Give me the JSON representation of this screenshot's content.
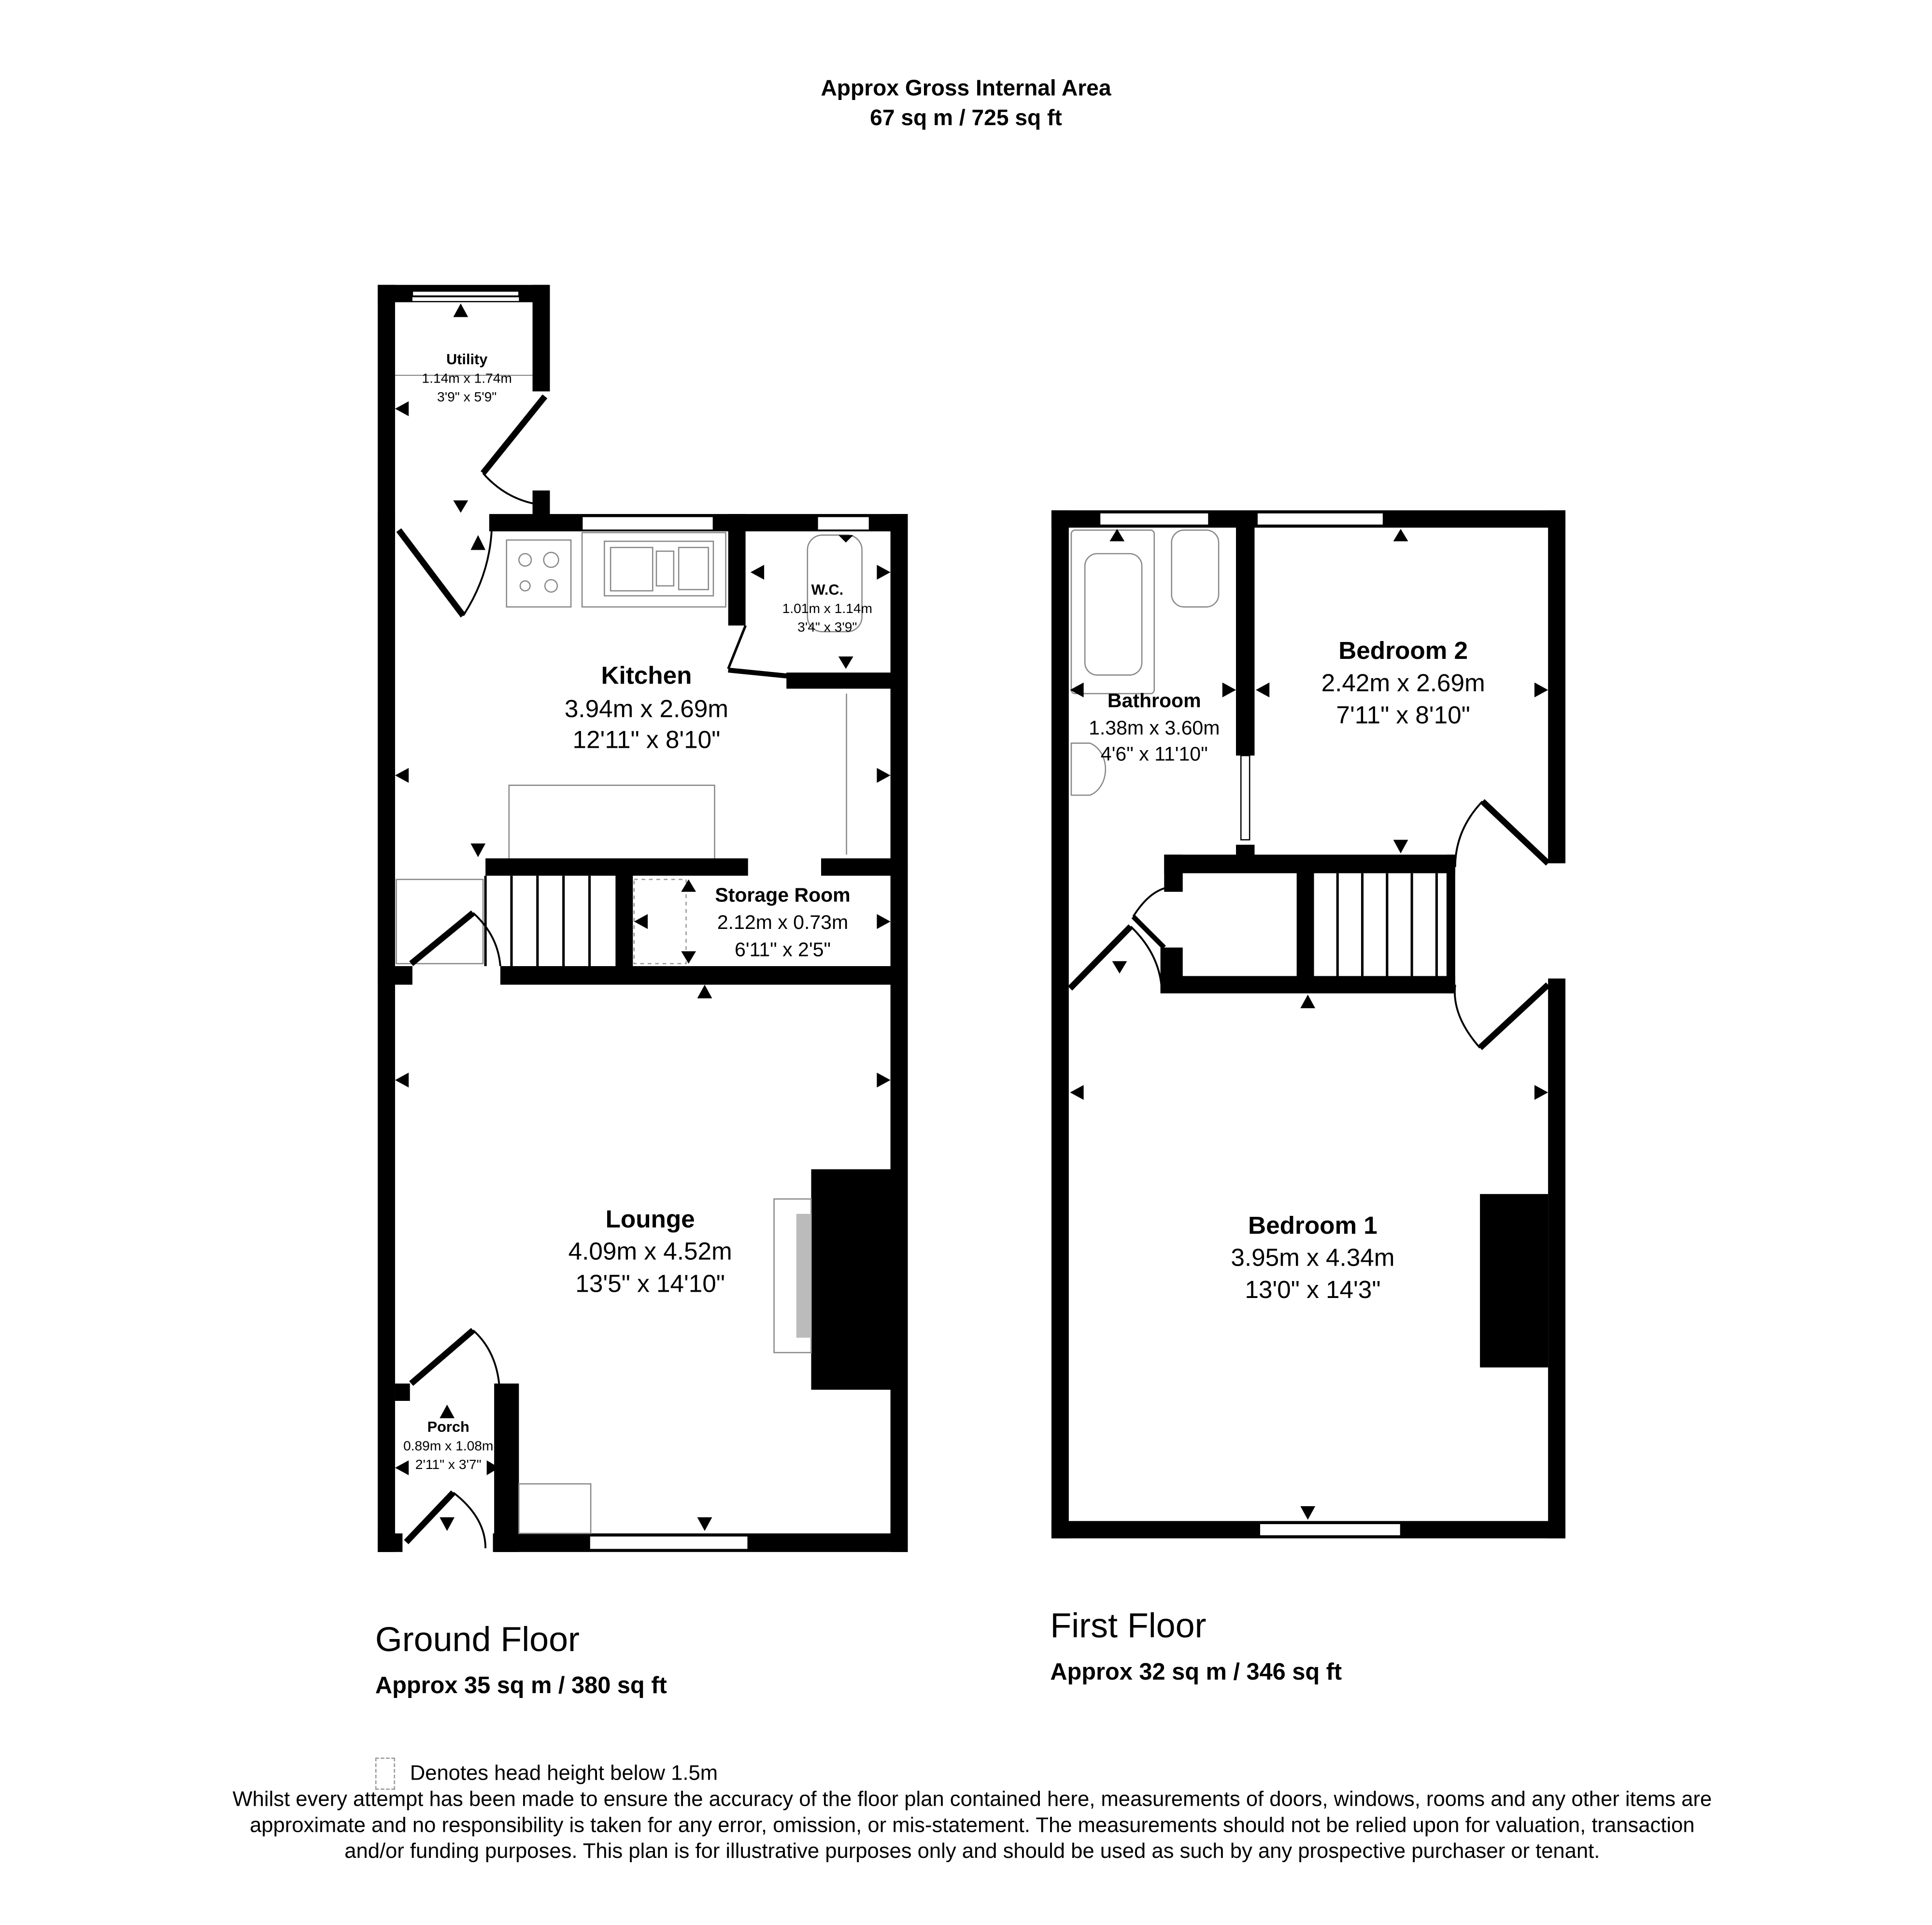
{
  "header": {
    "line1": "Approx Gross Internal Area",
    "line2": "67 sq m / 725 sq ft"
  },
  "ground_floor": {
    "title": "Ground Floor",
    "area": "Approx 35 sq m / 380 sq ft",
    "rooms": {
      "utility": {
        "name": "Utility",
        "metric": "1.14m x 1.74m",
        "imperial": "3'9\" x 5'9\""
      },
      "kitchen": {
        "name": "Kitchen",
        "metric": "3.94m x 2.69m",
        "imperial": "12'11\" x 8'10\""
      },
      "wc": {
        "name": "W.C.",
        "metric": "1.01m x 1.14m",
        "imperial": "3'4\" x 3'9\""
      },
      "storage": {
        "name": "Storage Room",
        "metric": "2.12m x 0.73m",
        "imperial": "6'11\" x 2'5\""
      },
      "lounge": {
        "name": "Lounge",
        "metric": "4.09m x 4.52m",
        "imperial": "13'5\" x 14'10\""
      },
      "porch": {
        "name": "Porch",
        "metric": "0.89m x 1.08m",
        "imperial": "2'11\" x 3'7\""
      }
    }
  },
  "first_floor": {
    "title": "First Floor",
    "area": "Approx 32 sq m / 346 sq ft",
    "rooms": {
      "bathroom": {
        "name": "Bathroom",
        "metric": "1.38m x 3.60m",
        "imperial": "4'6\" x 11'10\""
      },
      "bedroom2": {
        "name": "Bedroom 2",
        "metric": "2.42m x 2.69m",
        "imperial": "7'11\" x 8'10\""
      },
      "bedroom1": {
        "name": "Bedroom 1",
        "metric": "3.95m x 4.34m",
        "imperial": "13'0\" x 14'3\""
      }
    }
  },
  "legend": {
    "label": "Denotes head height below 1.5m"
  },
  "disclaimer": "Whilst every attempt has been made to ensure the accuracy of the floor plan contained here, measurements of doors, windows, rooms and any other items are approximate and no responsibility is taken for any error, omission, or mis-statement. The measurements should not be relied upon for valuation, transaction and/or funding purposes. This plan is for illustrative purposes only and should be used as such by any prospective purchaser or tenant.",
  "colors": {
    "wall": "#000000",
    "fixture": "#888888",
    "background": "#ffffff"
  }
}
